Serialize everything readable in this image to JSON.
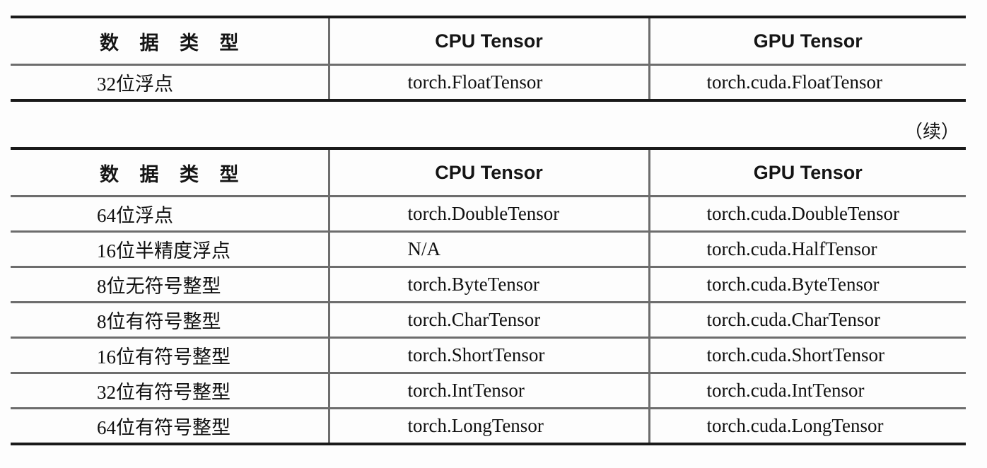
{
  "document": {
    "background_color": "#fdfdfd",
    "text_color": "#111111",
    "rule_color_heavy": "#1a1a1a",
    "rule_color_light": "#6d6d6d"
  },
  "continued_marker": "（续）",
  "tables": [
    {
      "id": "table-one",
      "headers": [
        "数 据 类 型",
        "CPU Tensor",
        "GPU Tensor"
      ],
      "rows": [
        [
          "32位浮点",
          "torch.FloatTensor",
          "torch.cuda.FloatTensor"
        ]
      ]
    },
    {
      "id": "table-two",
      "headers": [
        "数 据 类 型",
        "CPU Tensor",
        "GPU Tensor"
      ],
      "rows": [
        [
          "64位浮点",
          "torch.DoubleTensor",
          "torch.cuda.DoubleTensor"
        ],
        [
          "16位半精度浮点",
          "N/A",
          "torch.cuda.HalfTensor"
        ],
        [
          "8位无符号整型",
          "torch.ByteTensor",
          "torch.cuda.ByteTensor"
        ],
        [
          "8位有符号整型",
          "torch.CharTensor",
          "torch.cuda.CharTensor"
        ],
        [
          "16位有符号整型",
          "torch.ShortTensor",
          "torch.cuda.ShortTensor"
        ],
        [
          "32位有符号整型",
          "torch.IntTensor",
          "torch.cuda.IntTensor"
        ],
        [
          "64位有符号整型",
          "torch.LongTensor",
          "torch.cuda.LongTensor"
        ]
      ]
    }
  ]
}
